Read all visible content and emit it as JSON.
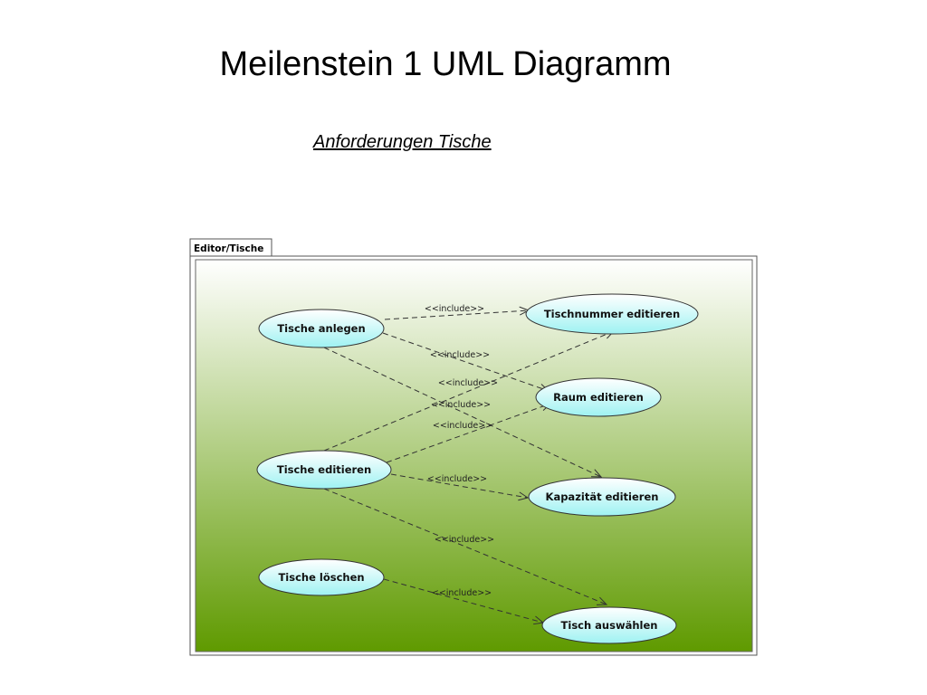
{
  "slide": {
    "title": "Meilenstein 1 UML Diagramm",
    "subtitle": "Anforderungen Tische"
  },
  "diagram": {
    "frame_label": "Editor/Tische",
    "colors": {
      "gradient_top": "#ffffff",
      "gradient_bottom": "#5f9a00",
      "usecase_fill_top": "#ffffff",
      "usecase_fill_bottom": "#9ef2f2",
      "line": "#333333"
    },
    "use_cases": [
      {
        "id": "anlegen",
        "label": "Tische anlegen"
      },
      {
        "id": "editieren",
        "label": "Tische editieren"
      },
      {
        "id": "loeschen",
        "label": "Tische löschen"
      },
      {
        "id": "tischnummer",
        "label": "Tischnummer editieren"
      },
      {
        "id": "raum",
        "label": "Raum editieren"
      },
      {
        "id": "kapazitaet",
        "label": "Kapazität editieren"
      },
      {
        "id": "auswaehlen",
        "label": "Tisch auswählen"
      }
    ],
    "relations": [
      {
        "from": "anlegen",
        "to": "tischnummer",
        "label": "<<include>>"
      },
      {
        "from": "anlegen",
        "to": "raum",
        "label": "<<include>>"
      },
      {
        "from": "anlegen",
        "to": "kapazitaet",
        "label": "<<include>>"
      },
      {
        "from": "editieren",
        "to": "tischnummer",
        "label": "<<include>>"
      },
      {
        "from": "editieren",
        "to": "raum",
        "label": "<<include>>"
      },
      {
        "from": "editieren",
        "to": "kapazitaet",
        "label": "<<include>>"
      },
      {
        "from": "editieren",
        "to": "auswaehlen",
        "label": "<<include>>"
      },
      {
        "from": "loeschen",
        "to": "auswaehlen",
        "label": "<<include>>"
      }
    ]
  }
}
